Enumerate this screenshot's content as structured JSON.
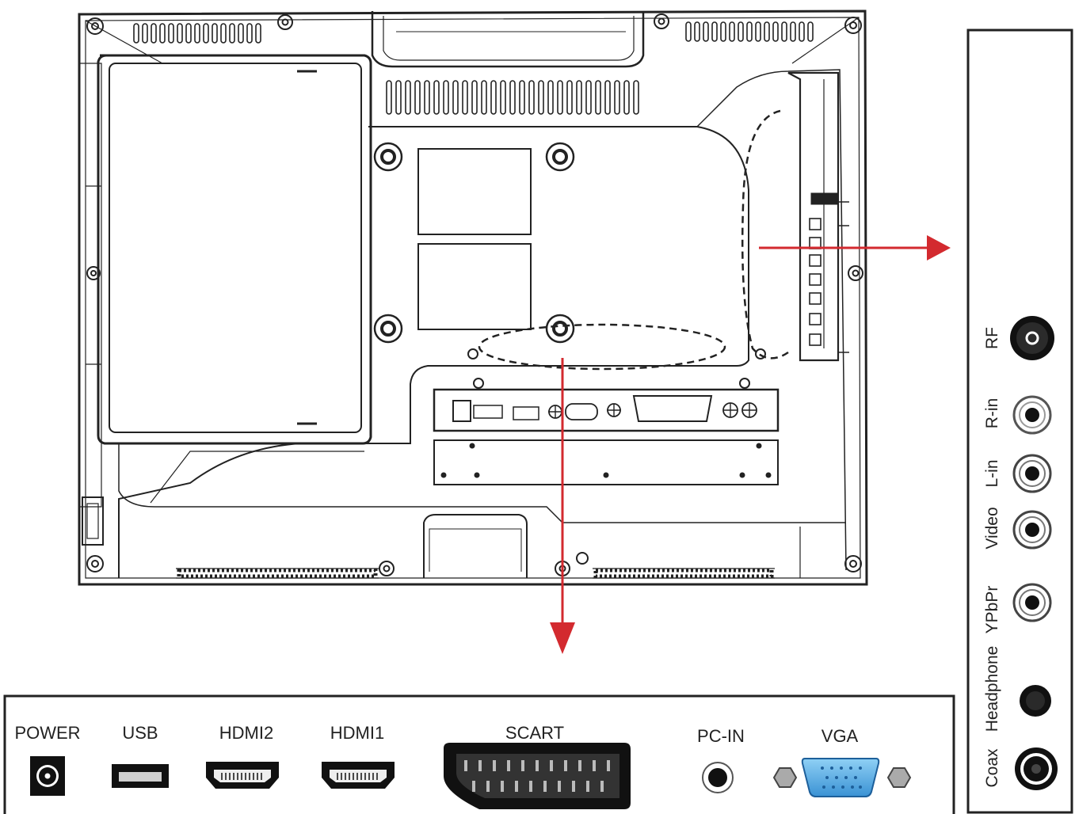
{
  "bottom_panel": {
    "labels": {
      "power": "POWER",
      "usb": "USB",
      "hdmi2": "HDMI2",
      "hdmi1": "HDMI1",
      "scart": "SCART",
      "pc_in": "PC-IN",
      "vga": "VGA"
    }
  },
  "side_panel": {
    "labels": {
      "rf": "RF",
      "r_in": "R-in",
      "l_in": "L-in",
      "video": "Video",
      "ypbpr": "YPbPr",
      "headphone": "Headphone",
      "coax": "Coax"
    }
  },
  "colors": {
    "arrow": "#d32a2f",
    "line": "#222222",
    "vga_blue": "#4aa3df"
  }
}
